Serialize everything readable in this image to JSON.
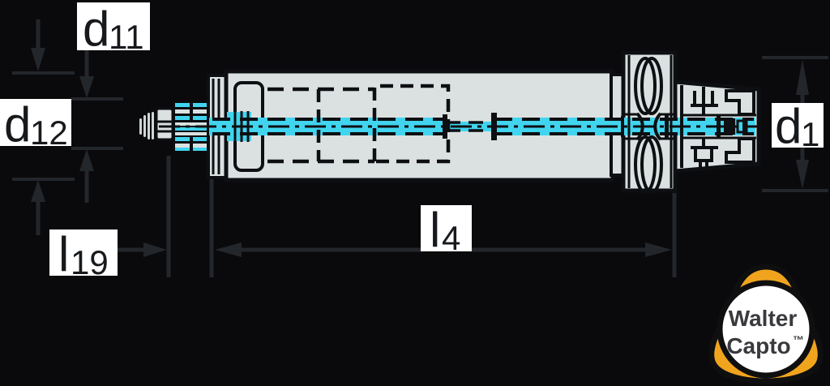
{
  "labels": {
    "d11": {
      "base": "d",
      "sub": "11"
    },
    "d12": {
      "base": "d",
      "sub": "12"
    },
    "d1": {
      "base": "d",
      "sub": "1"
    },
    "l19": {
      "base": "l",
      "sub": "19"
    },
    "l4": {
      "base": "l",
      "sub": "4"
    }
  },
  "logo": {
    "line1": "Walter",
    "line2": "Capto",
    "tm": "™"
  },
  "colors": {
    "background": "#0a0a0c",
    "dim": "#23262a",
    "ink": "#0d0f12",
    "steel": "#dbe1e0",
    "steel_light": "#cfd6d6",
    "cyan": "#41d4ef",
    "label_bg": "#ffffff",
    "label_text": "#17191c",
    "logo_orange": "#f0a41e",
    "logo_text": "#3a3a3e",
    "logo_ring": "#0f0f10",
    "neck_bg": "#0b0d10"
  }
}
